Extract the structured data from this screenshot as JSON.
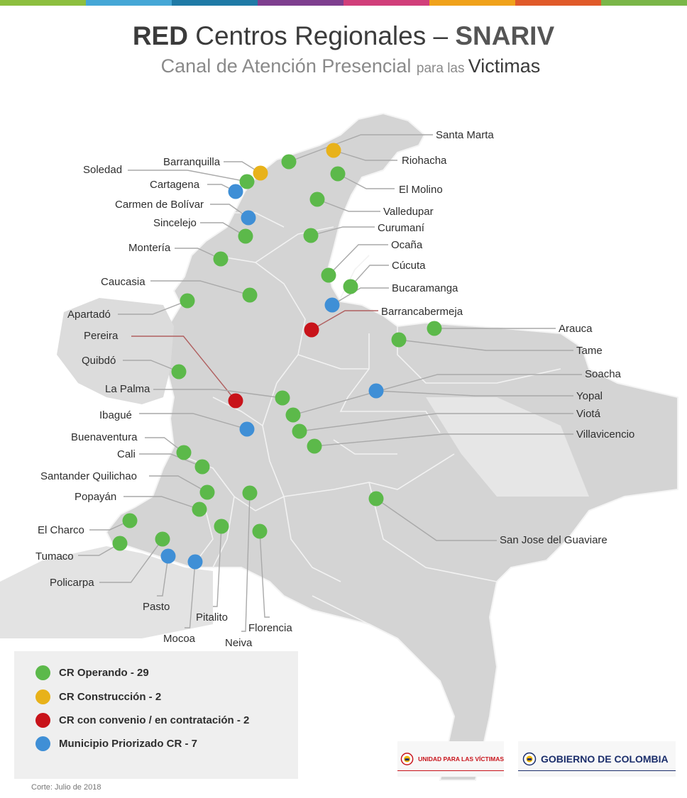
{
  "header": {
    "title_bold": "RED",
    "title_main": " Centros Regionales – ",
    "title_accent": "SNARIV",
    "subtitle_main": "Canal de Atención Presencial ",
    "subtitle_small": "para las ",
    "subtitle_end": "Victimas"
  },
  "stripe_colors": [
    "#8dbf3f",
    "#45a7d6",
    "#1f7aa6",
    "#7e3f8f",
    "#d13f7a",
    "#f0a21b",
    "#e05a2a",
    "#7ab648"
  ],
  "colors": {
    "operando": "#5cb94a",
    "construccion": "#e8b21a",
    "convenio": "#c8131a",
    "priorizado": "#3f8fd6"
  },
  "legend": [
    {
      "status": "operando",
      "label": "CR Operando - 29"
    },
    {
      "status": "construccion",
      "label": "CR Construcción - 2"
    },
    {
      "status": "convenio",
      "label": "CR con convenio / en contratación - 2"
    },
    {
      "status": "priorizado",
      "label": "Municipio Priorizado CR - 7"
    }
  ],
  "locations": [
    {
      "name": "Santa Marta",
      "status": "operando"
    },
    {
      "name": "Riohacha",
      "status": "construccion"
    },
    {
      "name": "Barranquilla",
      "status": "construccion"
    },
    {
      "name": "Soledad",
      "status": "operando"
    },
    {
      "name": "Cartagena",
      "status": "priorizado"
    },
    {
      "name": "El Molino",
      "status": "operando"
    },
    {
      "name": "Carmen de Bolívar",
      "status": "priorizado"
    },
    {
      "name": "Valledupar",
      "status": "operando"
    },
    {
      "name": "Sincelejo",
      "status": "operando"
    },
    {
      "name": "Curumaní",
      "status": "operando"
    },
    {
      "name": "Montería",
      "status": "operando"
    },
    {
      "name": "Ocaña",
      "status": "operando"
    },
    {
      "name": "Cúcuta",
      "status": "operando"
    },
    {
      "name": "Caucasia",
      "status": "operando"
    },
    {
      "name": "Bucaramanga",
      "status": "priorizado"
    },
    {
      "name": "Apartadó",
      "status": "operando"
    },
    {
      "name": "Barrancabermeja",
      "status": "convenio"
    },
    {
      "name": "Arauca",
      "status": "operando"
    },
    {
      "name": "Pereira",
      "status": "convenio"
    },
    {
      "name": "Tame",
      "status": "operando"
    },
    {
      "name": "Quibdó",
      "status": "operando"
    },
    {
      "name": "Soacha",
      "status": "operando"
    },
    {
      "name": "La Palma",
      "status": "operando"
    },
    {
      "name": "Yopal",
      "status": "priorizado"
    },
    {
      "name": "Ibagué",
      "status": "priorizado"
    },
    {
      "name": "Viotá",
      "status": "operando"
    },
    {
      "name": "Villavicencio",
      "status": "operando"
    },
    {
      "name": "Buenaventura",
      "status": "operando"
    },
    {
      "name": "Cali",
      "status": "operando"
    },
    {
      "name": "Santander Quilichao",
      "status": "operando"
    },
    {
      "name": "Popayán",
      "status": "operando"
    },
    {
      "name": "San Jose del Guaviare",
      "status": "operando"
    },
    {
      "name": "El Charco",
      "status": "operando"
    },
    {
      "name": "Tumaco",
      "status": "operando"
    },
    {
      "name": "Policarpa",
      "status": "operando"
    },
    {
      "name": "Pasto",
      "status": "priorizado"
    },
    {
      "name": "Pitalito",
      "status": "operando"
    },
    {
      "name": "Mocoa",
      "status": "priorizado"
    },
    {
      "name": "Florencia",
      "status": "operando"
    },
    {
      "name": "Neiva",
      "status": "operando"
    }
  ],
  "footer": {
    "corte": "Corte: Julio de 2018",
    "logo_uariv": "UNIDAD PARA LAS VÍCTIMAS",
    "logo_gobierno": "GOBIERNO DE COLOMBIA"
  }
}
